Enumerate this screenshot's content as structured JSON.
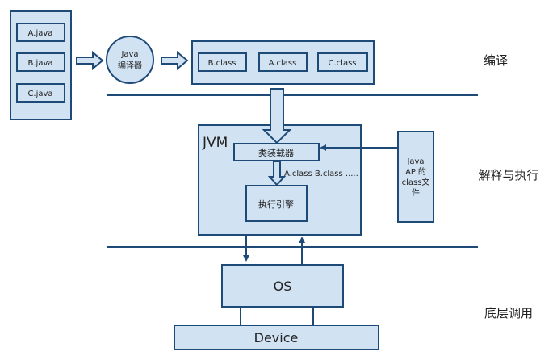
{
  "colors": {
    "fill": "#d1e2f3",
    "stroke": "#1e4a78",
    "text": "#222222"
  },
  "stages": {
    "compile": "编译",
    "interpret_execute": "解释与执行",
    "low_level_call": "底层调用"
  },
  "source_files": [
    "A.java",
    "B.java",
    "C.java"
  ],
  "compiler": {
    "line1": "Java",
    "line2": "编译器"
  },
  "class_files": [
    "B.class",
    "A.class",
    "C.class"
  ],
  "jvm": {
    "title": "JVM",
    "class_loader": "类装载器",
    "loaded_classes": "A.class B.class .....",
    "execution_engine": "执行引擎"
  },
  "api_box": {
    "lines": [
      "Java",
      "API的",
      "class文",
      "件"
    ]
  },
  "os": "OS",
  "device": "Device"
}
